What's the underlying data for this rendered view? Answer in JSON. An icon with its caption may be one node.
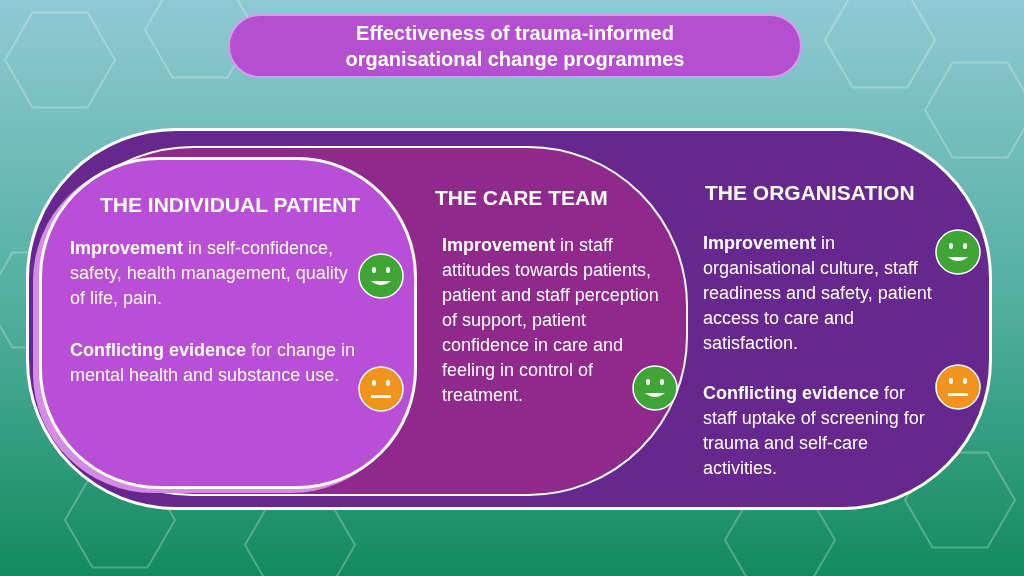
{
  "diagram": {
    "nodes": [
      {
        "text": [
          "Effectiveness of trauma-informed organisational change programmes"
        ]
      },
      {
        "text": [
          "THE ORGANISATION",
          "**Improvement** in organisational culture, staff readiness and safety, patient access to care and satisfaction.",
          "**Conflicting evidence** for staff uptake of screening for trauma and self-care activities."
        ]
      },
      {
        "text": [
          "THE CARE TEAM",
          "**Improvement** in staff attitudes towards patients, patient and staff perception of support, patient confidence in care and feeling in control of treatment."
        ],
        "in": 1
      },
      {
        "text": [
          "THE INDIVIDUAL PATIENT",
          "**Improvement** in self-confidence, safety, health management, quality of life, pain.",
          "**Conflicting evidence** for change in mental health and substance use."
        ],
        "in": 2
      }
    ]
  }
}
